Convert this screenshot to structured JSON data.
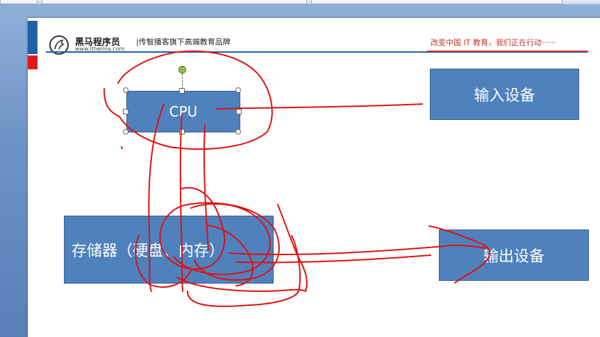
{
  "header": {
    "logo_name": "黑马程序员",
    "logo_url": "www.itheima.com",
    "tagline": "|传智播客旗下高端教育品牌",
    "slogan": "改变中国 IT 教育，我们正在行动······"
  },
  "diagram": {
    "cpu_label": "CPU",
    "input_label": "输入设备",
    "storage_label": "存储器（硬盘、内存）",
    "output_label": "输出设备"
  },
  "colors": {
    "box_fill": "#4f81bd",
    "ink": "#e01010",
    "accent_blue": "#1f5fa6",
    "accent_red": "#e0191b"
  }
}
